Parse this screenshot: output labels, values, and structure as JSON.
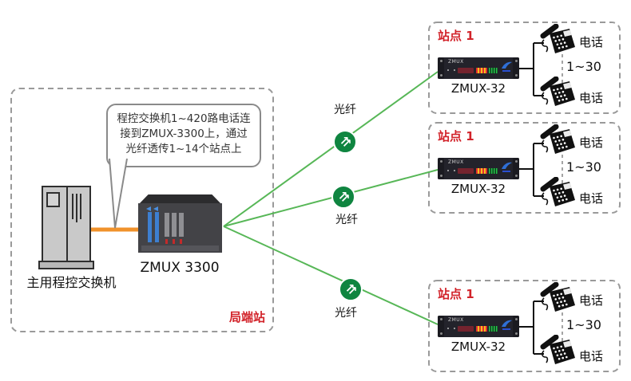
{
  "colors": {
    "fiber_line": "#57b757",
    "fiber_icon": "#0f8540",
    "trunk_orange": "#f0922b",
    "label_red": "#d2232a"
  },
  "office": {
    "station_label": "局端站",
    "switch_label": "主用程控交换机",
    "mux_label": "ZMUX 3300",
    "callout_lines": [
      "程控交换机1~420路电话连",
      "接到ZMUX-3300上，通过",
      "光纤透传1~14个站点上"
    ]
  },
  "fiber_links": [
    {
      "label": "光纤"
    },
    {
      "label": "光纤"
    },
    {
      "label": "光纤"
    }
  ],
  "icons": {
    "fiber_arrows": "⇈"
  },
  "sites": [
    {
      "title": "站点 1",
      "panel_label": "ZMUX",
      "device_label": "ZMUX-32",
      "phone_top_label": "电话",
      "phone_bottom_label": "电话",
      "range_label": "1~30"
    },
    {
      "title": "站点 1",
      "panel_label": "ZMUX",
      "device_label": "ZMUX-32",
      "phone_top_label": "电话",
      "phone_bottom_label": "电话",
      "range_label": "1~30"
    },
    {
      "title": "站点 1",
      "panel_label": "ZMUX",
      "device_label": "ZMUX-32",
      "phone_top_label": "电话",
      "phone_bottom_label": "电话",
      "range_label": "1~30"
    }
  ]
}
